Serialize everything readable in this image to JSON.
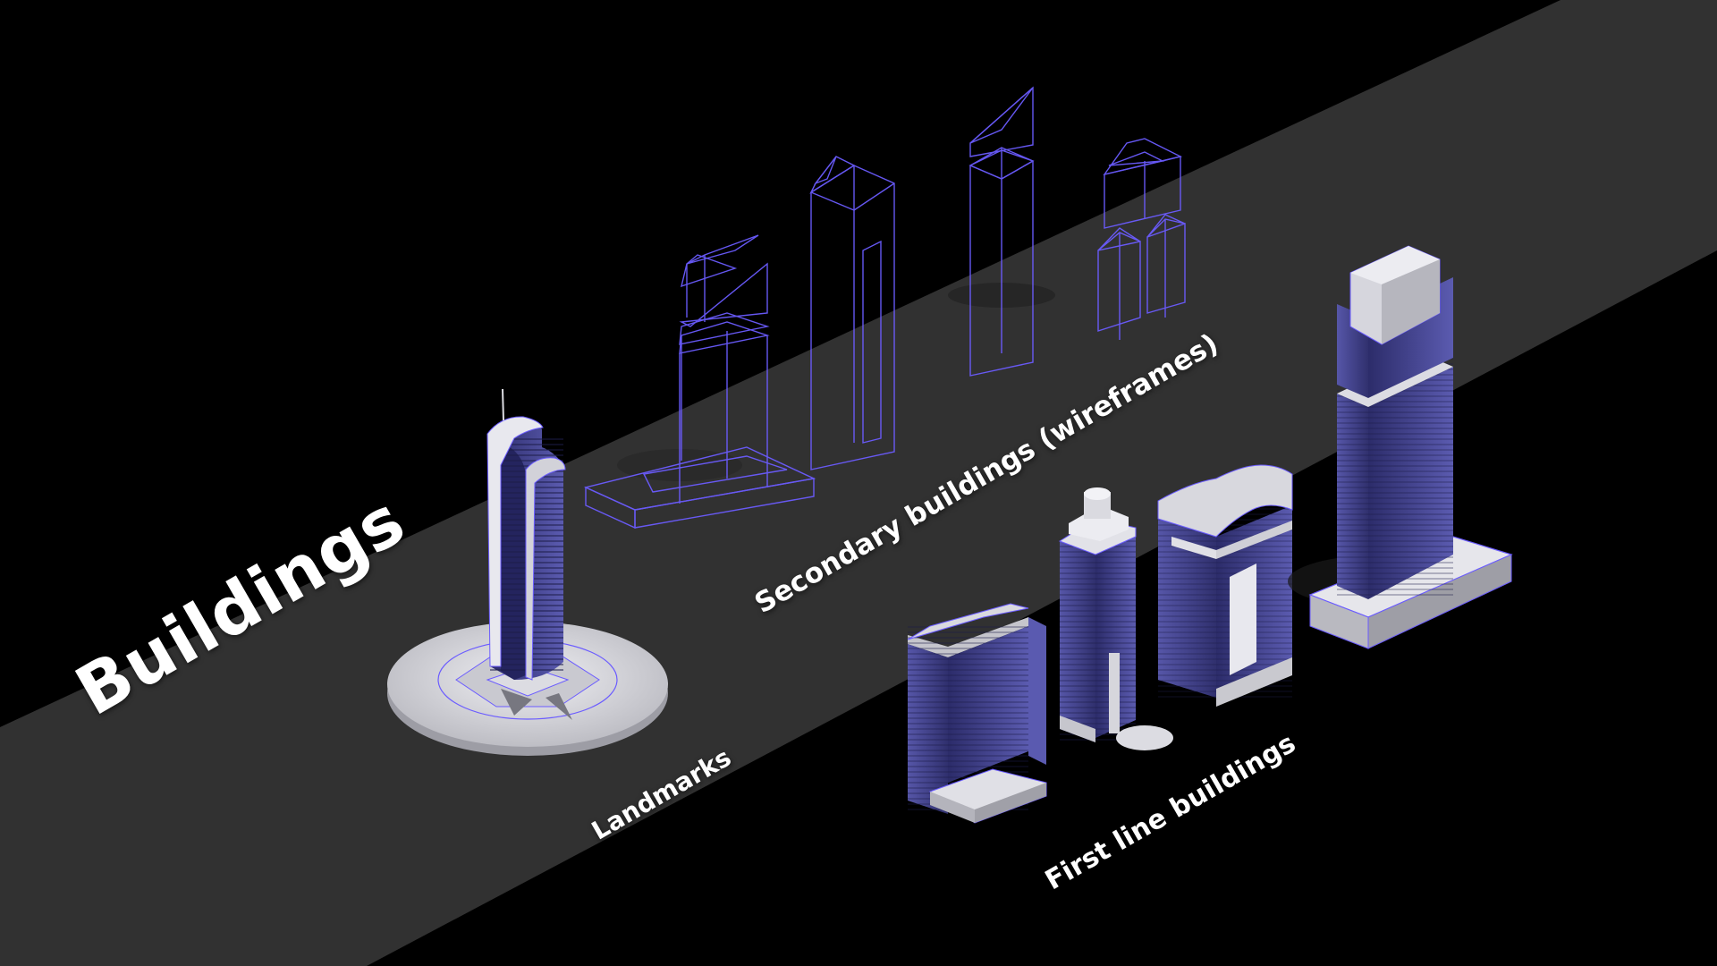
{
  "title": "Buildings",
  "groups": {
    "secondary": "Secondary buildings (wireframes)",
    "landmarks": "Landmarks",
    "first_line": "First line buildings"
  },
  "colors": {
    "background": "#000000",
    "ground": "#313131",
    "wireframe": "#6b5cff",
    "facade": "#3a3a82",
    "roof": "#d8d8de"
  }
}
